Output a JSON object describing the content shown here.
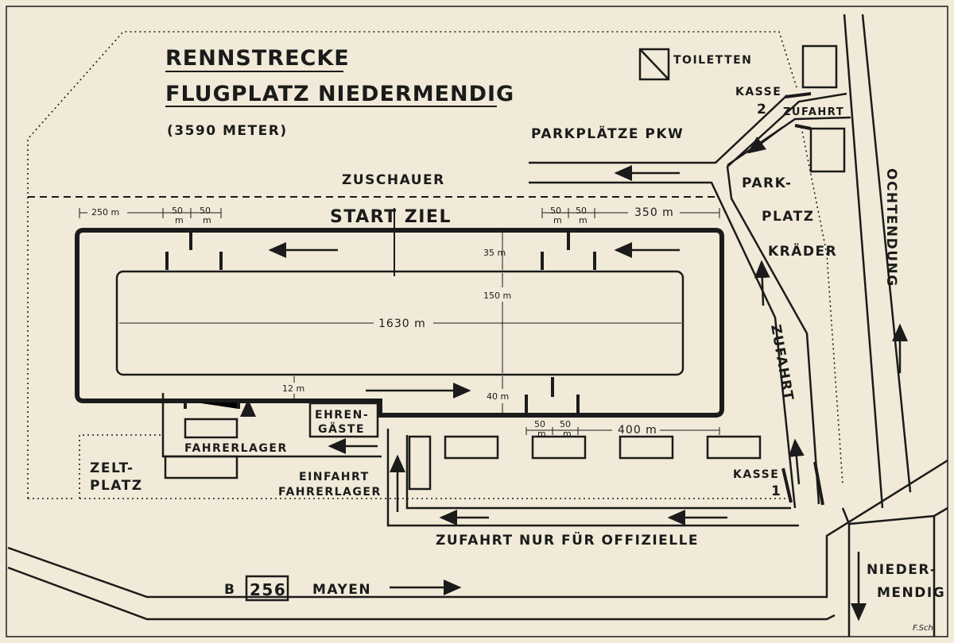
{
  "title": {
    "line1": "RENNSTRECKE",
    "line2": "FLUGPLATZ NIEDERMENDIG",
    "length": "(3590 METER)"
  },
  "labels": {
    "toiletten": "TOILETTEN",
    "kasse": "KASSE",
    "kasse_2": "2",
    "kasse_1": "1",
    "zufahrt": "ZUFAHRT",
    "parkplaetze_pkw": "PARKPLÄTZE PKW",
    "zuschauer": "ZUSCHAUER",
    "park": "PARK-",
    "platz": "PLATZ",
    "kraeder": "KRÄDER",
    "ochtendung": "OCHTENDUNG",
    "start_ziel": "START ZIEL",
    "ehren": "EHREN-",
    "gaeste": "GÄSTE",
    "fahrerlager": "FAHRERLAGER",
    "zelt": "ZELT-",
    "zelt_platz": "PLATZ",
    "einfahrt": "EINFAHRT",
    "einfahrt_fahrerlager": "FAHRERLAGER",
    "zufahrt_offizielle": "ZUFAHRT NUR FÜR OFFIZIELLE",
    "road_prefix": "B",
    "road_number": "256",
    "mayen": "MAYEN",
    "nieder": "NIEDER-",
    "mendig": "MENDIG",
    "signature": "F.Sch."
  },
  "dimensions": {
    "d250": "250 m",
    "d50a": "50",
    "d50a_m": "m",
    "d50b": "50",
    "d50b_m": "m",
    "d50c": "50",
    "d50c_m": "m",
    "d50d": "50",
    "d50d_m": "m",
    "d350": "350 m",
    "d35": "35 m",
    "d150": "150 m",
    "d1630": "1630 m",
    "d12": "12 m",
    "d40": "40 m",
    "d50e": "50",
    "d50e_m": "m",
    "d50f": "50",
    "d50f_m": "m",
    "d400": "400 m"
  }
}
